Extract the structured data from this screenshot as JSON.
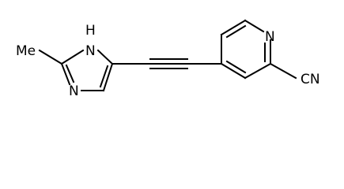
{
  "molecule": {
    "atoms": {
      "methyl": "Me",
      "imidazole_nh": "N",
      "imidazole_nh_h": "H",
      "imidazole_n": "N",
      "pyridine_n": "N",
      "nitrile": "CN"
    },
    "colors": {
      "bond": "#000000",
      "label": "#000000",
      "background": "#ffffff"
    }
  }
}
